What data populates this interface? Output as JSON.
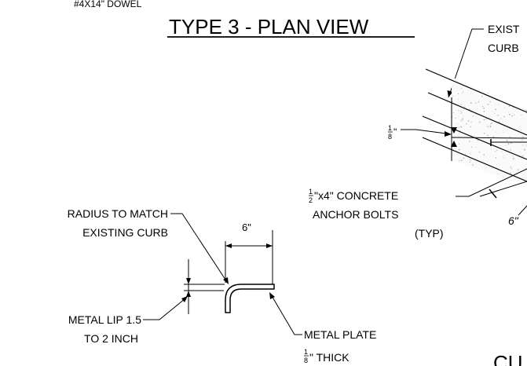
{
  "top_partial_label": "#4X14\" DOWEL",
  "title": "TYPE 3 - PLAN VIEW",
  "existing_curb_line1": "EXIST",
  "existing_curb_line2": "CURB",
  "eighth_num": "1",
  "eighth_den": "8",
  "eighth_inch_mark": "\"",
  "anchor_bolts": {
    "frac_num": "1",
    "frac_den": "2",
    "line1_rest": "\"x4\" CONCRETE",
    "line2": "ANCHOR BOLTS",
    "line3": "(TYP)"
  },
  "six_inch_plan": "6\"",
  "radius_note_line1": "RADIUS TO MATCH",
  "radius_note_line2": "EXISTING CURB",
  "dim_6in": "6\"",
  "metal_lip_line1": "METAL LIP 1.5",
  "metal_lip_line2": "TO 2 INCH",
  "metal_plate_line1": "METAL PLATE",
  "metal_plate": {
    "frac_num": "1",
    "frac_den": "8",
    "rest": "\" THICK"
  },
  "bottom_partial_label": "CU",
  "colors": {
    "ink": "#000000",
    "concrete_speckle": "#b8b8b8",
    "background": "#ffffff"
  }
}
